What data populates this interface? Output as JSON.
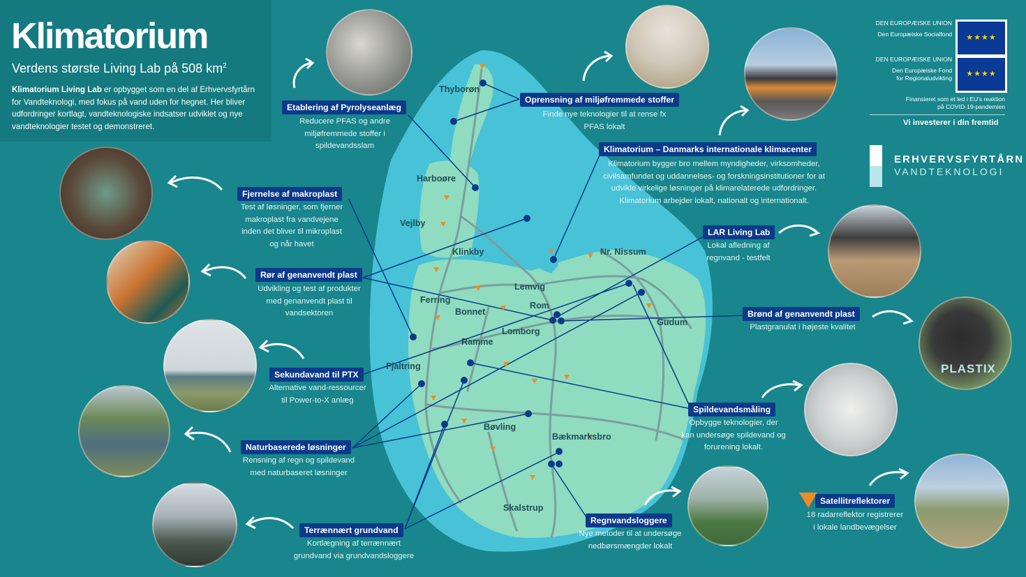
{
  "header": {
    "logo": "Klimatorium",
    "tagline": "Verdens største Living Lab på 508 km",
    "tagline_sup": "2",
    "intro_bold": "Klimatorium Living Lab",
    "intro_text": " er opbygget som en del af Erhvervsfyrtårn for Vandteknologi, med fokus på vand uden for hegnet. Her bliver udfordringer kortlagt, vandteknologiske indsatser udviklet og nye vandteknologier testet og demonstreret."
  },
  "eu": {
    "block1_title": "DEN EUROPÆISKE UNION",
    "block1_sub": "Den Europæiske Socialfond",
    "block2_title": "DEN EUROPÆISKE UNION",
    "block2_sub1": "Den Europæiske Fond",
    "block2_sub2": "for Regionaludvikling",
    "covid1": "Finansieret som et led i EU's reaktion",
    "covid2": "på COVID-19-pandemien",
    "invest": "Vi investerer i din fremtid"
  },
  "erhvervsfyrtarn": {
    "line1": "ERHVERVSFYRTÅRN",
    "line2": "VANDTEKNOLOGI"
  },
  "projects": {
    "pyrolyse": {
      "title": "Etablering af Pyrolyseanlæg",
      "desc": [
        "Reducere PFAS og andre",
        "miljøfremmede stoffer i",
        "spildevandsslam"
      ]
    },
    "oprensning": {
      "title": "Oprensning af miljøfremmede stoffer",
      "desc": [
        "Finde nye teknologier til at rense fx",
        "PFAS lokalt"
      ]
    },
    "klimatorium": {
      "title": "Klimatorium – Danmarks internationale klimacenter",
      "desc": [
        "Klimatorium bygger bro mellem myndigheder, virksomheder,",
        "civilsamfundet og uddannelses- og forskningsinstitutioner for at",
        "udvikle virkelige løsninger på klimarelaterede udfordringer.",
        "Klimatorium arbejder lokalt, nationalt og internationalt."
      ]
    },
    "makroplast": {
      "title": "Fjernelse af makroplast",
      "desc": [
        "Test af løsninger, som fjerner",
        "makroplast fra vandvejene",
        "inden det bliver til mikroplast",
        "og når havet"
      ]
    },
    "ror": {
      "title": "Rør af genanvendt plast",
      "desc": [
        "Udvikling og test af produkter",
        "med genanvendt plast til",
        "vandsektoren"
      ]
    },
    "lar": {
      "title": "LAR Living Lab",
      "desc": [
        "Lokal afledning af",
        "regnvand - testfelt"
      ]
    },
    "brond": {
      "title": "Brønd af genanvendt plast",
      "desc": [
        "Plastgranulat i højeste kvalitet"
      ]
    },
    "ptx": {
      "title": "Sekundavand til PTX",
      "desc": [
        "Alternative vand-ressourcer",
        "til Power-to-X anlæg"
      ]
    },
    "natur": {
      "title": "Naturbaserede løsninger",
      "desc": [
        "Rensning af regn og spildevand",
        "med naturbaseret løsninger"
      ]
    },
    "spildevand": {
      "title": "Spildevandsmåling",
      "desc": [
        "Opbygge teknologier, der",
        "kan undersøge spildevand og",
        "forurening lokalt."
      ]
    },
    "grundvand": {
      "title": "Terrænnært grundvand",
      "desc": [
        "Kortlægning af terrænnært",
        "grundvand via grundvandsloggere"
      ]
    },
    "regn": {
      "title": "Regnvandsloggere",
      "desc": [
        "Nye metoder til at undersøge",
        "nedbørsmængder lokalt"
      ]
    },
    "satellit": {
      "title": "Satellitreflektorer",
      "desc": [
        "18 radarreflektor registrerer",
        "i lokale landbevægelser"
      ]
    }
  },
  "plastix_label": "PLASTIX",
  "towns": {
    "thyboron": "Thyborøn",
    "harboore": "Harboøre",
    "vejlby": "Vejlby",
    "klinkby": "Klinkby",
    "nrnissum": "Nr. Nissum",
    "lemvig": "Lemvig",
    "ferring": "Ferring",
    "bonnet": "Bonnet",
    "rom": "Rom",
    "gudum": "Gudum",
    "lomborg": "Lomborg",
    "ramme": "Ramme",
    "fjaltring": "Fjaltring",
    "bovling": "Bøvling",
    "baekmarksbro": "Bækmarksbro",
    "skalstrup": "Skalstrup"
  },
  "colors": {
    "background": "#18868c",
    "sea_halo": "#48c2d6",
    "land": "#8fdcc0",
    "label_bg": "#0b3a8a",
    "road": "#7d9e9c",
    "marker": "#0b3a8a",
    "reflector": "#f08a24"
  }
}
